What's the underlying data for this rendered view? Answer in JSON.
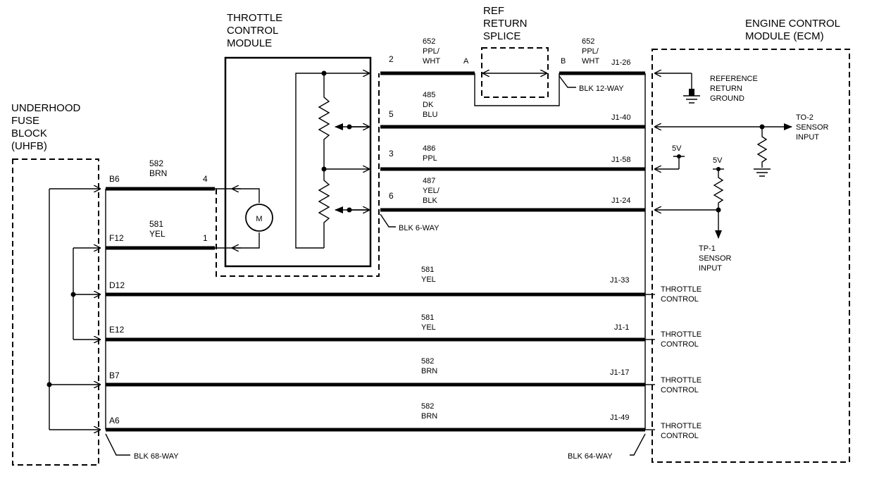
{
  "labels": {
    "uhfb": [
      "UNDERHOOD",
      "FUSE",
      "BLOCK",
      "(UHFB)"
    ],
    "tcm": [
      "THROTTLE",
      "CONTROL",
      "MODULE"
    ],
    "splice": [
      "REF",
      "RETURN",
      "SPLICE"
    ],
    "ecm": [
      "ENGINE CONTROL",
      "MODULE (ECM)"
    ],
    "ref_ground": [
      "REFERENCE",
      "RETURN",
      "GROUND"
    ],
    "to2": [
      "TO-2",
      "SENSOR",
      "INPUT"
    ],
    "tp1": [
      "TP-1",
      "SENSOR",
      "INPUT"
    ],
    "v5a": "5V",
    "v5b": "5V",
    "motor": "M",
    "splice_a": "A",
    "splice_b": "B",
    "blk12": "BLK 12-WAY",
    "blk6": "BLK 6-WAY",
    "blk68": "BLK 68-WAY",
    "blk64": "BLK 64-WAY"
  },
  "top_wires": [
    {
      "pin": "2",
      "circuit": [
        "652",
        "PPL/",
        "WHT"
      ],
      "ecm": "J1-26",
      "circuit_right": [
        "652",
        "PPL/",
        "WHT"
      ]
    },
    {
      "pin": "5",
      "circuit": [
        "485",
        "DK",
        "BLU"
      ],
      "ecm": "J1-40"
    },
    {
      "pin": "3",
      "circuit": [
        "486",
        "PPL"
      ],
      "ecm": "J1-58"
    },
    {
      "pin": "6",
      "circuit": [
        "487",
        "YEL/",
        "BLK"
      ],
      "ecm": "J1-24"
    }
  ],
  "short_wires": [
    {
      "fuse": "B6",
      "circuit": [
        "582",
        "BRN"
      ],
      "pin": "4"
    },
    {
      "fuse": "F12",
      "circuit": [
        "581",
        "YEL"
      ],
      "pin": "1"
    }
  ],
  "long_wires": [
    {
      "fuse": "D12",
      "circuit": [
        "581",
        "YEL"
      ],
      "ecm": "J1-33",
      "function": [
        "THROTTLE",
        "CONTROL"
      ]
    },
    {
      "fuse": "E12",
      "circuit": [
        "581",
        "YEL"
      ],
      "ecm": "J1-1",
      "function": [
        "THROTTLE",
        "CONTROL"
      ]
    },
    {
      "fuse": "B7",
      "circuit": [
        "582",
        "BRN"
      ],
      "ecm": "J1-17",
      "function": [
        "THROTTLE",
        "CONTROL"
      ]
    },
    {
      "fuse": "A6",
      "circuit": [
        "582",
        "BRN"
      ],
      "ecm": "J1-49",
      "function": [
        "THROTTLE",
        "CONTROL"
      ]
    }
  ]
}
